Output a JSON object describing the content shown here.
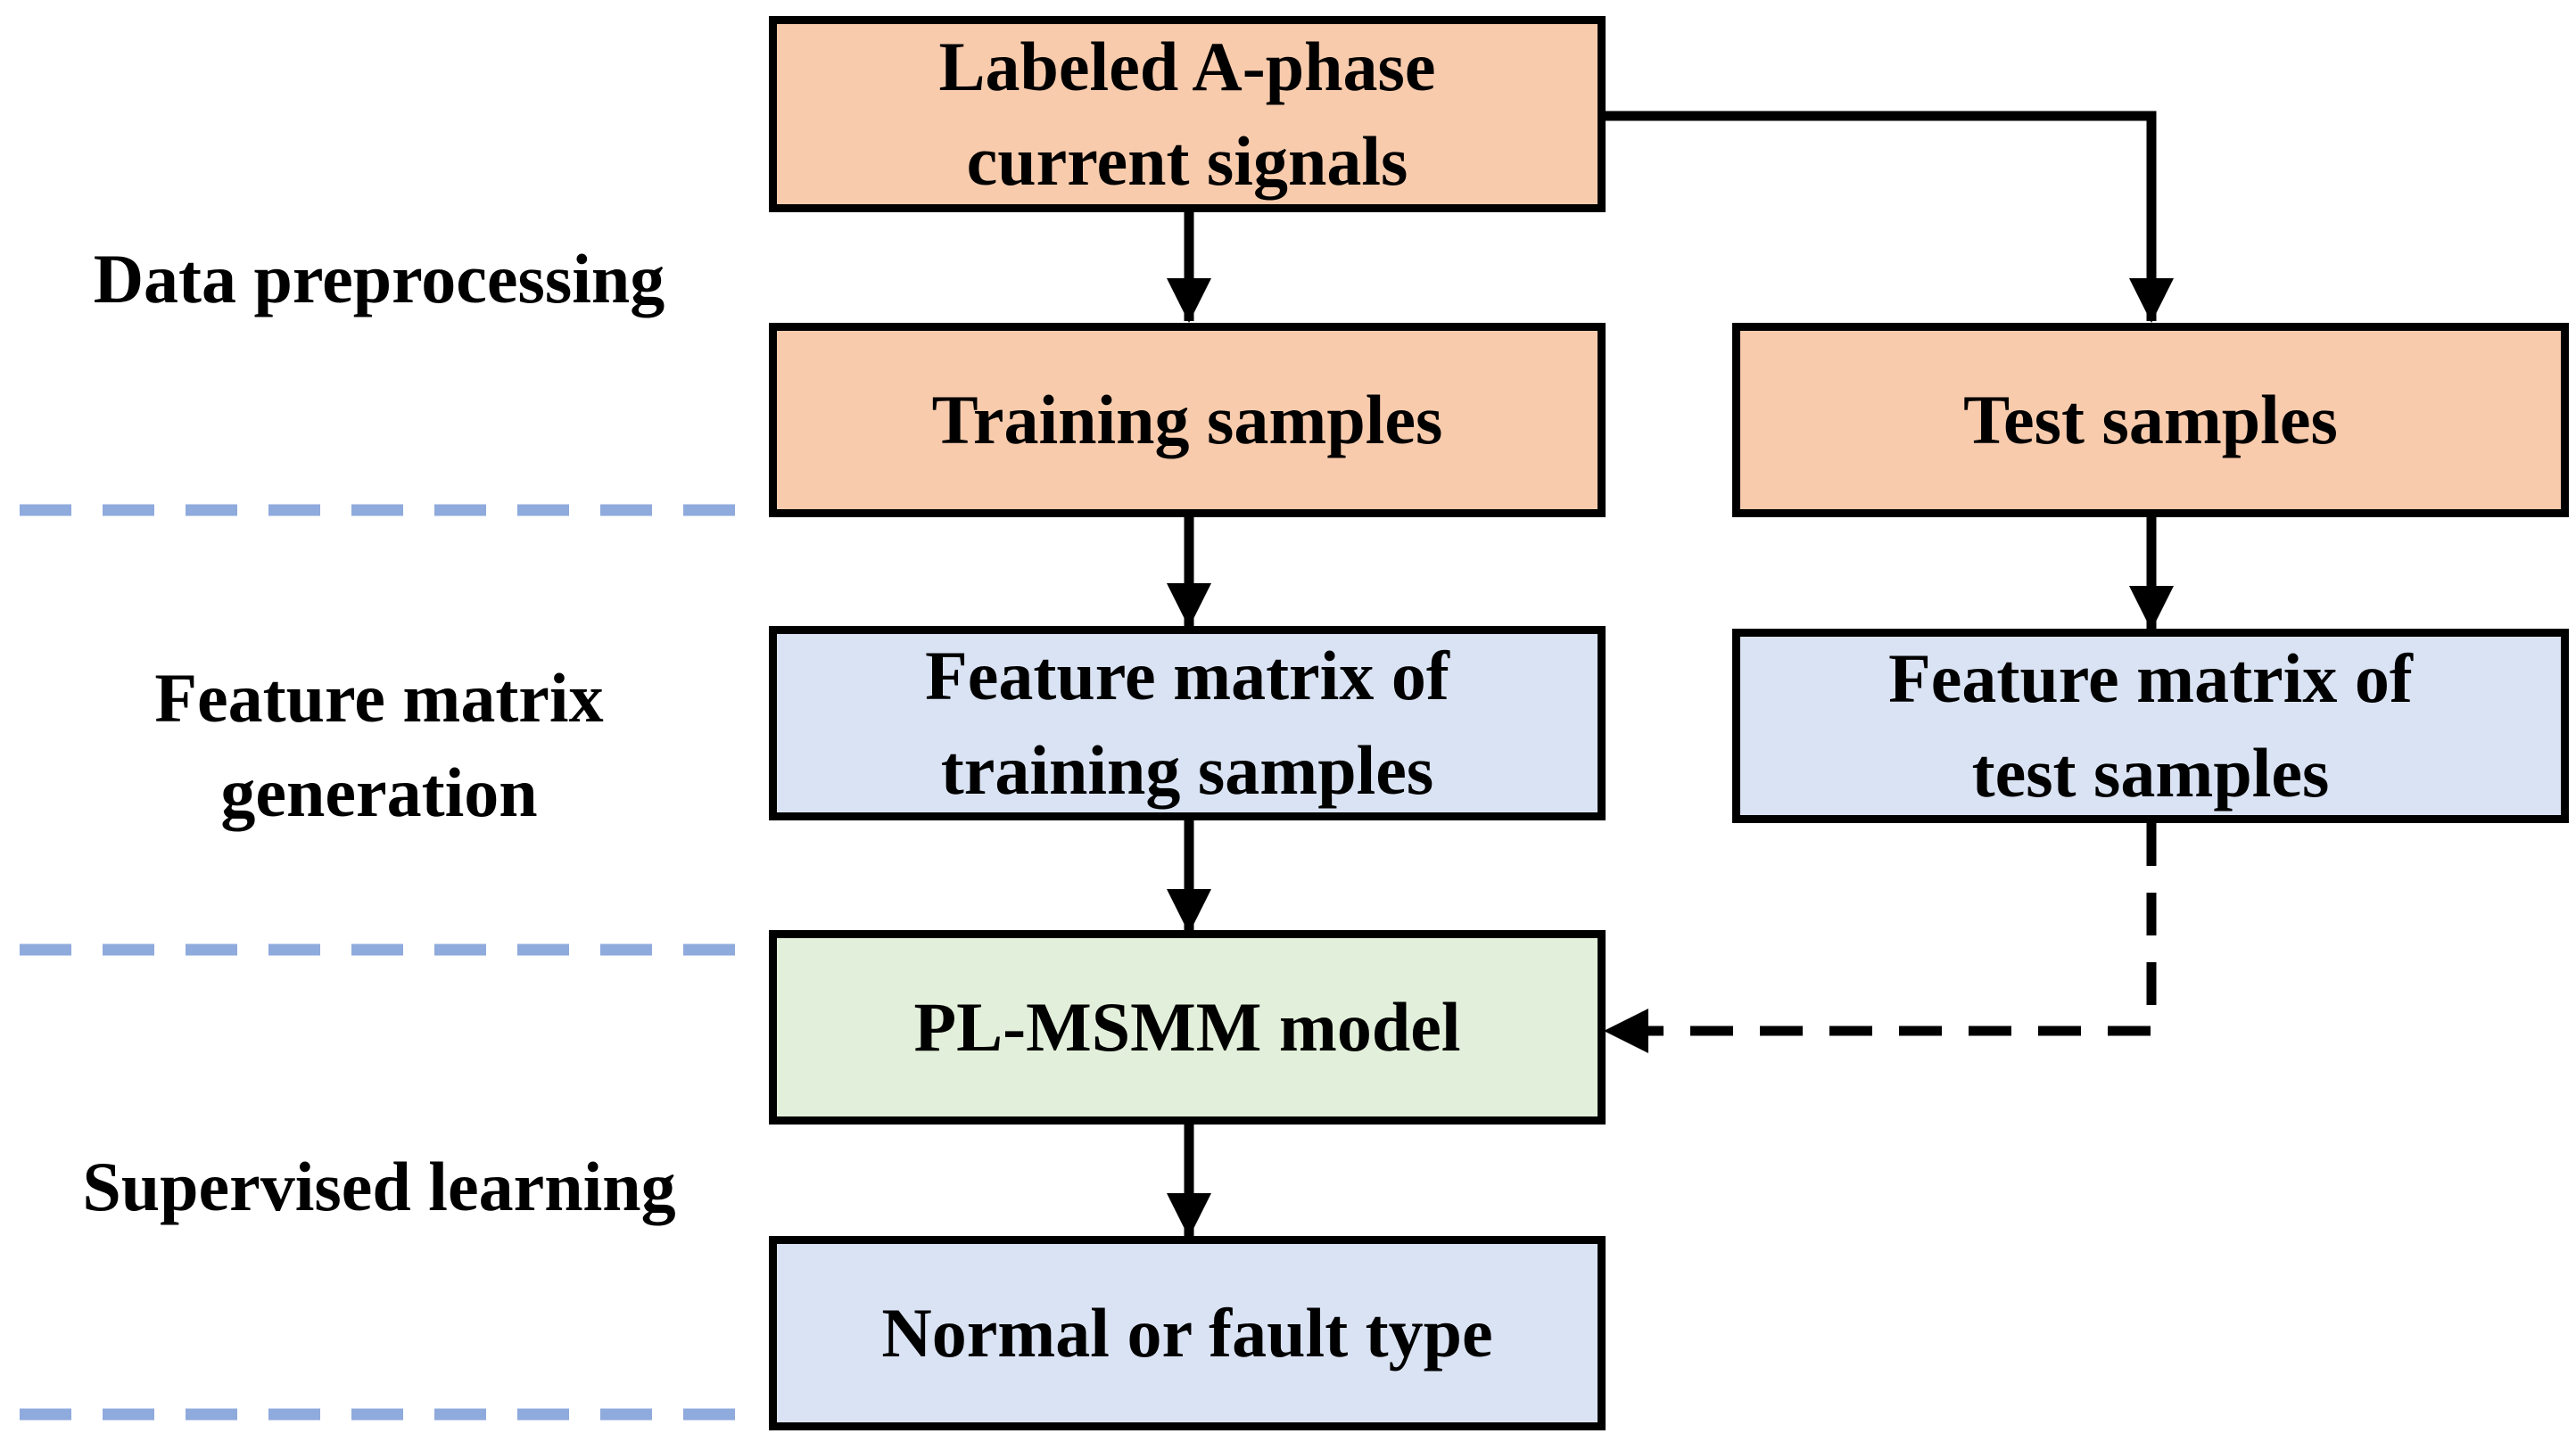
{
  "colors": {
    "preprocessing_fill": "#f8cbad",
    "feature_fill": "#dae3f3",
    "model_fill": "#e2efda",
    "output_fill": "#dae3f3",
    "stroke": "#000000",
    "separator": "#8faadc"
  },
  "stages": {
    "data_preprocessing": [
      "Data preprocessing"
    ],
    "feature_matrix_generation": [
      "Feature matrix",
      "generation"
    ],
    "supervised_learning": [
      "Supervised learning"
    ]
  },
  "nodes": {
    "labeled_signals": [
      "Labeled A-phase",
      "current signals"
    ],
    "training_samples": [
      "Training samples"
    ],
    "test_samples": [
      "Test samples"
    ],
    "feature_training": [
      "Feature matrix of",
      "training samples"
    ],
    "feature_test": [
      "Feature matrix of",
      "test samples"
    ],
    "model": [
      "PL-MSMM model"
    ],
    "output": [
      "Normal or fault type"
    ]
  }
}
